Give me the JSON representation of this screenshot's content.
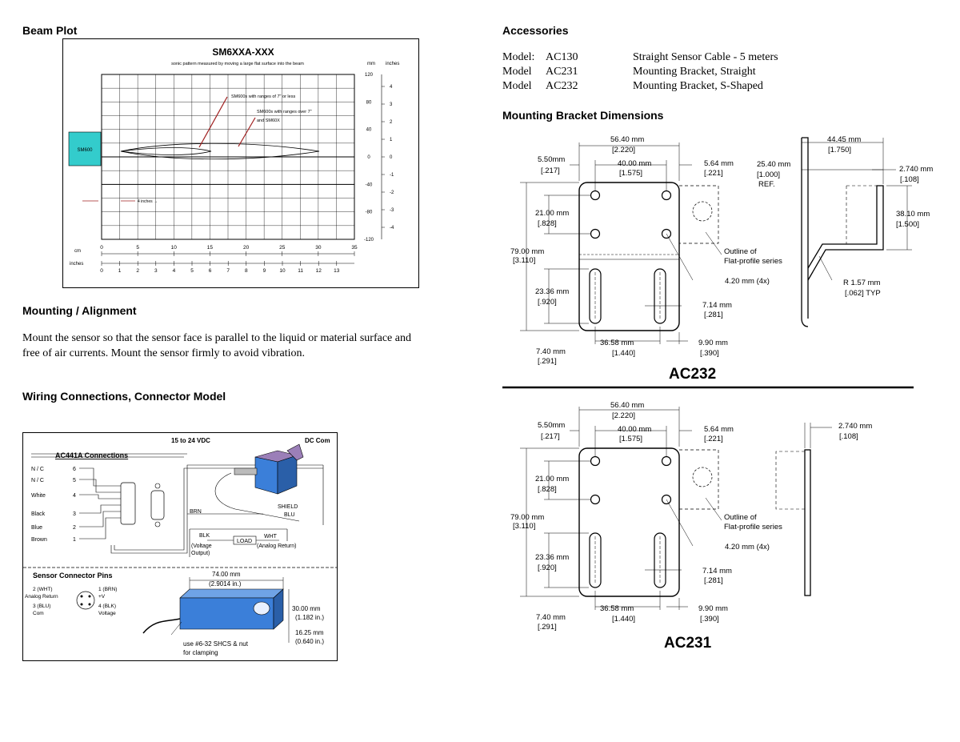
{
  "left": {
    "beam_plot": {
      "heading": "Beam Plot",
      "title": "SM6XXA-XXX",
      "subtitle": "sonic pattern measured by moving a large flat surface into the beam",
      "unit_mm": "mm",
      "unit_inches": "inches",
      "mm_ticks": [
        "120",
        "80",
        "40",
        "0",
        "-40",
        "-80",
        "-120"
      ],
      "inch_ticks": [
        "4",
        "3",
        "2",
        "1",
        "0",
        "-1",
        "-2",
        "-3",
        "-4"
      ],
      "x_cm_label": "cm",
      "x_in_label": "inches",
      "x_cm_ticks": [
        "0",
        "5",
        "10",
        "15",
        "20",
        "25",
        "30",
        "35"
      ],
      "x_in_ticks": [
        "0",
        "1",
        "2",
        "3",
        "4",
        "5",
        "6",
        "7",
        "8",
        "9",
        "10",
        "11",
        "12",
        "13"
      ],
      "sensor_label": "SM600",
      "dead_zone": "4 inches →",
      "annotation1": "SM600s with ranges of 7\" or less",
      "annotation2a": "SM600s with ranges over 7\"",
      "annotation2b": "and SM60X"
    },
    "mounting": {
      "heading": "Mounting / Alignment",
      "line1": "Mount the sensor so that the sensor face is parallel to the liquid or material surface and",
      "line2": "free of air currents.  Mount the sensor firmly to avoid vibration."
    },
    "wiring": {
      "heading": "Wiring Connections, Connector Model",
      "ac441a_title": "AC441A Connections",
      "pins": [
        {
          "name": "N / C",
          "num": "6"
        },
        {
          "name": "N / C",
          "num": "5"
        },
        {
          "name": "White",
          "num": "4"
        },
        {
          "name": "Black",
          "num": "3"
        },
        {
          "name": "Blue",
          "num": "2"
        },
        {
          "name": "Brown",
          "num": "1"
        }
      ],
      "vdc": "15 to 24 VDC",
      "dc_com": "DC Com",
      "brn": "BRN",
      "shield": "SHIELD",
      "blu": "BLU",
      "blk": "BLK",
      "voltage_output_a": "(Voltage",
      "voltage_output_b": "Output)",
      "load": "LOAD",
      "wht": "WHT",
      "analog_return": "(Analog Return)",
      "connector_pins_title": "Sensor Connector Pins",
      "pin2a": "2 (WHT)",
      "pin2b": "Analog Return",
      "pin3a": "3 (BLU)",
      "pin3b": "Com",
      "pin1a": "1 (BRN)",
      "pin1b": "+V",
      "pin4a": "4 (BLK)",
      "pin4b": "Voltage",
      "dim_len_a": "74.00 mm",
      "dim_len_b": "(2.9014 in.)",
      "dim_h_a": "30.00 mm",
      "dim_h_b": "(1.182 in.)",
      "dim_d_a": "16.25 mm",
      "dim_d_b": "(0.640 in.)",
      "clamp_a": "use #6-32 SHCS & nut",
      "clamp_b": "for clamping"
    }
  },
  "right": {
    "accessories": {
      "heading": "Accessories",
      "rows": [
        {
          "label": "Model:",
          "code": "AC130",
          "desc": "Straight Sensor Cable - 5 meters"
        },
        {
          "label": "Model",
          "code": "AC231",
          "desc": "Mounting Bracket, Straight"
        },
        {
          "label": "Model",
          "code": "AC232",
          "desc": "Mounting Bracket, S-Shaped"
        }
      ]
    },
    "bracket": {
      "heading": "Mounting Bracket Dimensions",
      "w_total_mm": "56.40 mm",
      "w_total_in": "[2.220]",
      "w_holes_mm": "40.00 mm",
      "w_holes_in": "[1.575]",
      "left_off_mm": "5.50mm",
      "left_off_in": "[.217]",
      "right_off_mm": "5.64 mm",
      "right_off_in": "[.221]",
      "hole_gap_mm": "21.00 mm",
      "hole_gap_in": "[.828]",
      "height_mm": "79.00 mm",
      "height_in": "[3.110]",
      "slot_len_mm": "23.36 mm",
      "slot_len_in": "[.920]",
      "bottom_mm": "7.40 mm",
      "bottom_in": "[.291]",
      "slot_sp_mm": "36.58 mm",
      "slot_sp_in": "[1.440]",
      "right_bot_mm": "9.90 mm",
      "right_bot_in": "[.390]",
      "slot_w_mm": "7.14 mm",
      "slot_w_in": "[.281]",
      "hole_dia": "4.20 mm (4x)",
      "outline_a": "Outline of",
      "outline_b": "Flat-profile series",
      "side_w_mm": "44.45 mm",
      "side_w_in": "[1.750]",
      "ref_mm": "25.40 mm",
      "ref_in": "[1.000]",
      "ref_label": "REF.",
      "thick_mm": "2.740 mm",
      "thick_in": "[.108]",
      "side_h_mm": "38.10 mm",
      "side_h_in": "[1.500]",
      "radius_mm": "R 1.57 mm",
      "radius_in": "[.062] TYP",
      "ac232_title": "AC232",
      "ac231_title": "AC231"
    }
  }
}
